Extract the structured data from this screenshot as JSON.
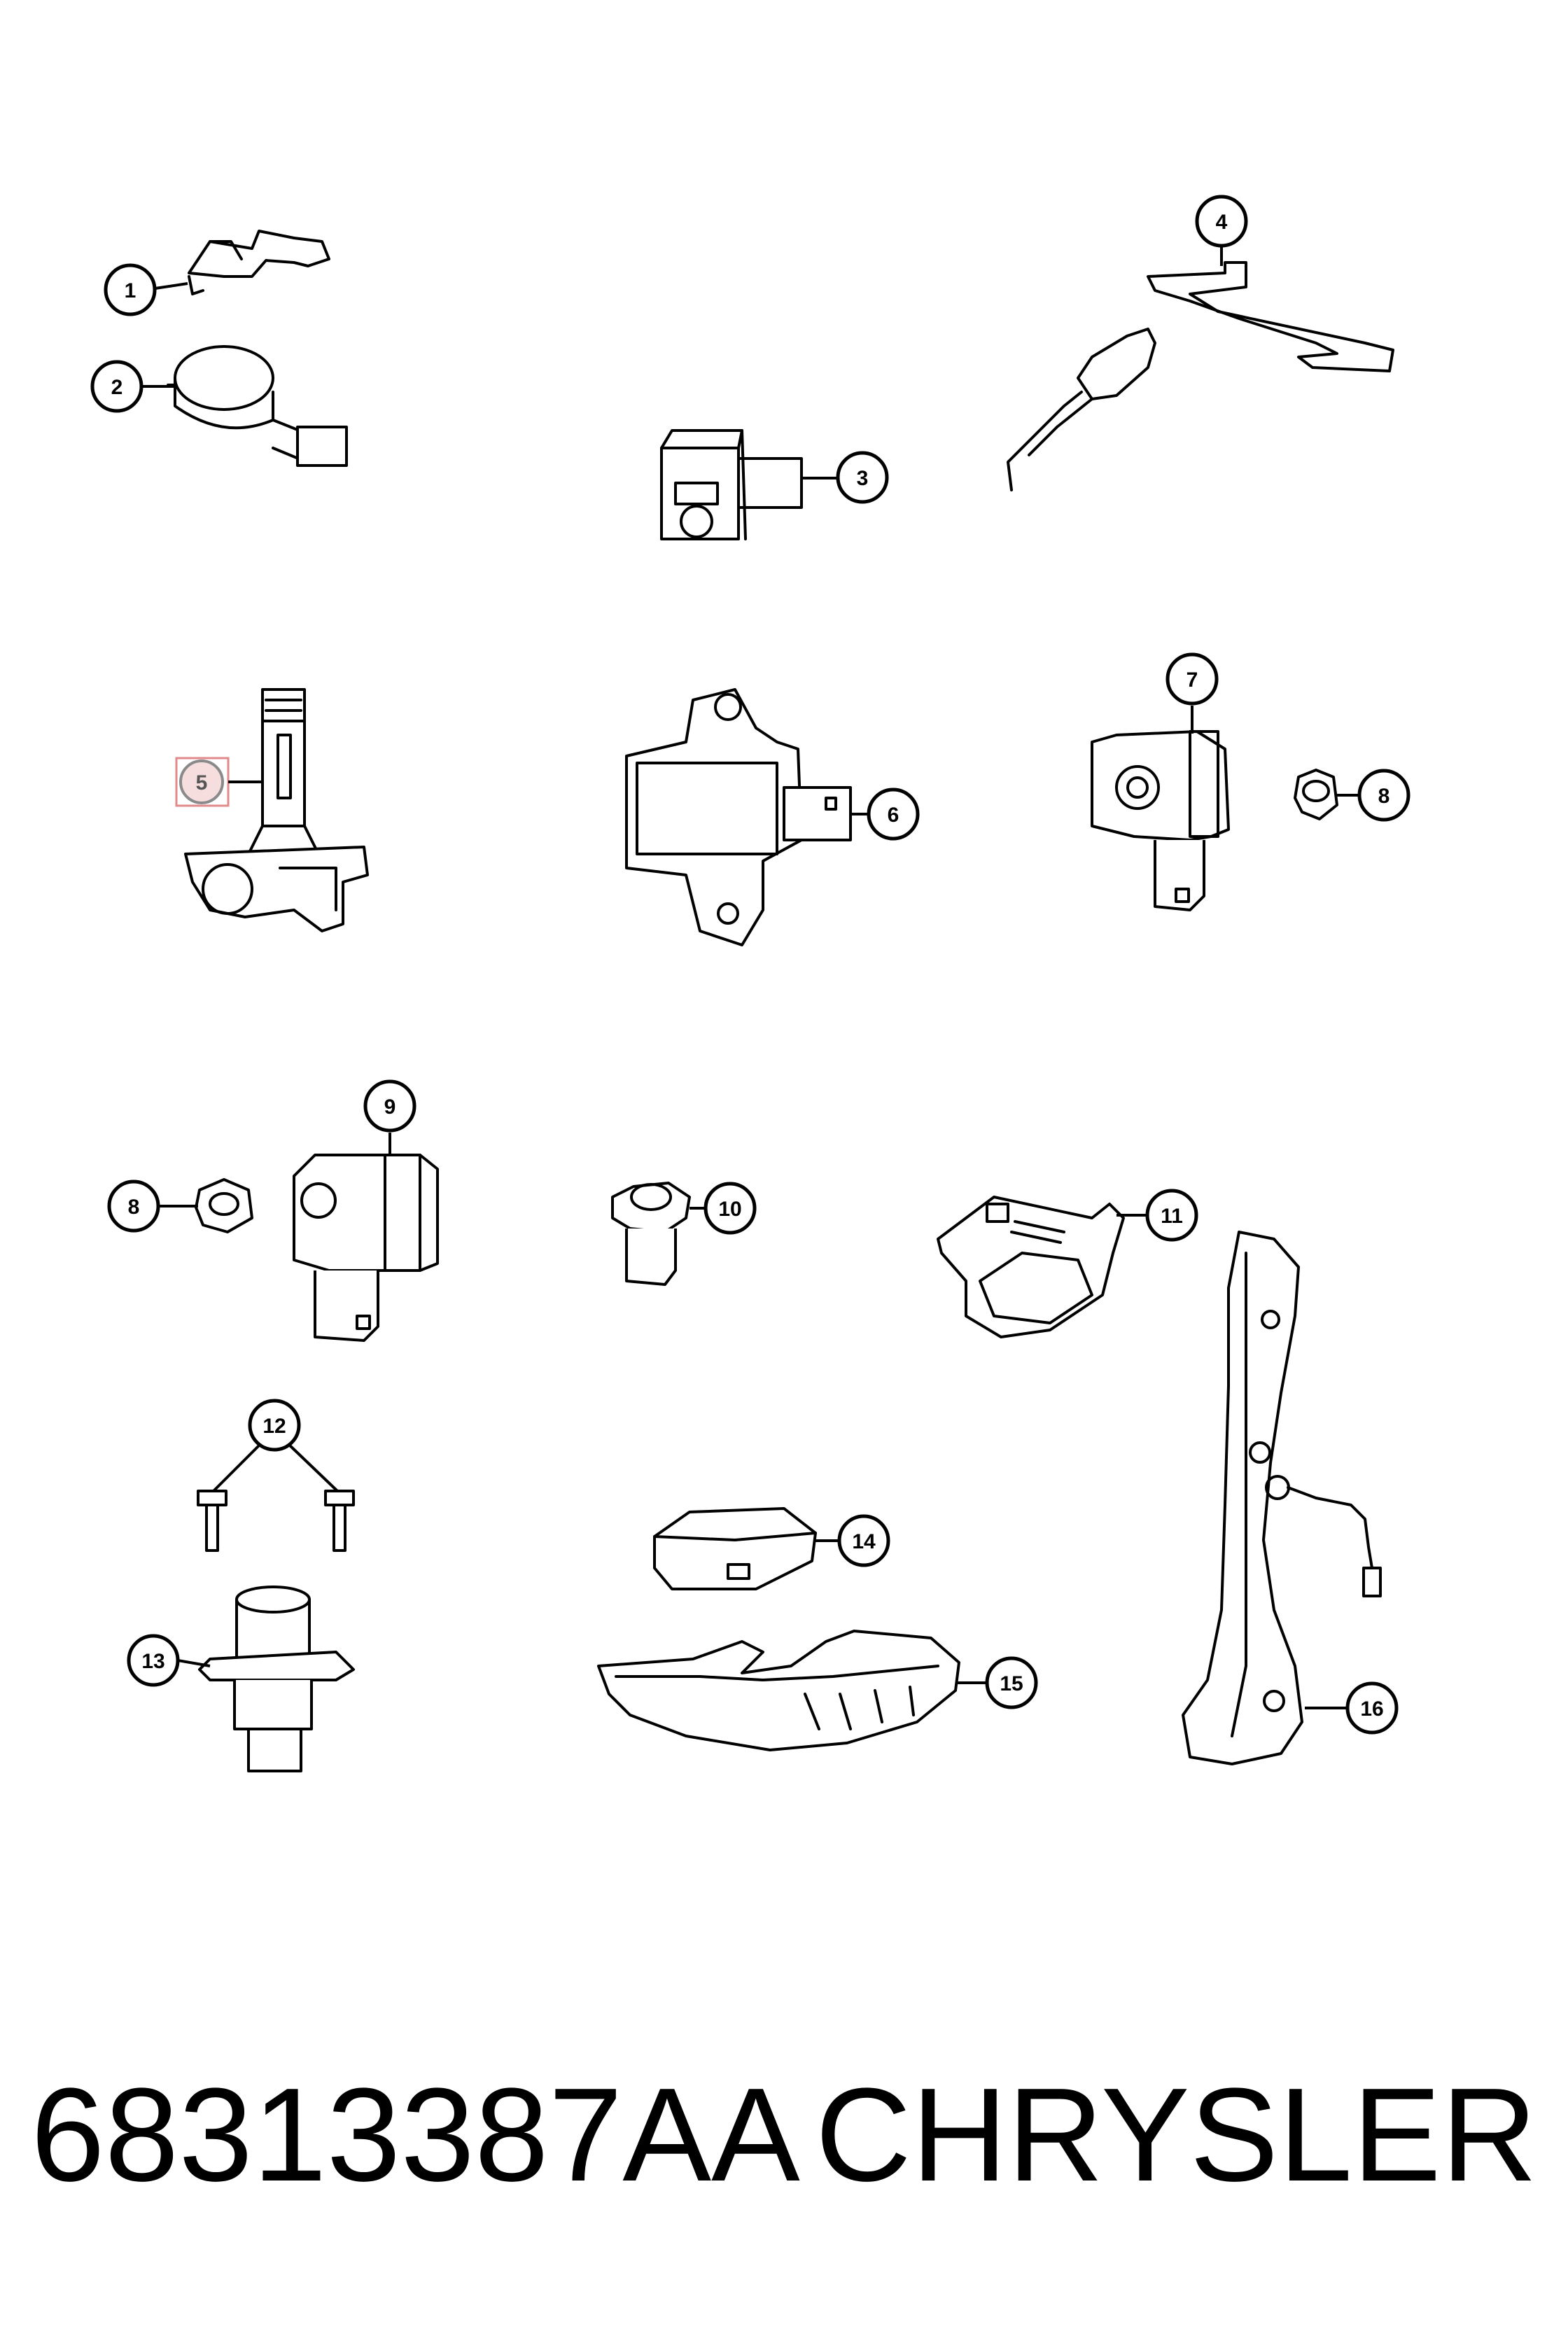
{
  "callouts": {
    "c1": "1",
    "c2": "2",
    "c3": "3",
    "c4": "4",
    "c5": "5",
    "c6": "6",
    "c7": "7",
    "c8a": "8",
    "c8b": "8",
    "c9": "9",
    "c10": "10",
    "c11": "11",
    "c12": "12",
    "c13": "13",
    "c14": "14",
    "c15": "15",
    "c16": "16"
  },
  "highlighted_callout": "5",
  "footer": {
    "part_number": "68313387AA",
    "brand": "CHRYSLER"
  },
  "colors": {
    "line": "#000000",
    "highlight_fill": "#f6dede",
    "highlight_border": "#e08a8a"
  }
}
